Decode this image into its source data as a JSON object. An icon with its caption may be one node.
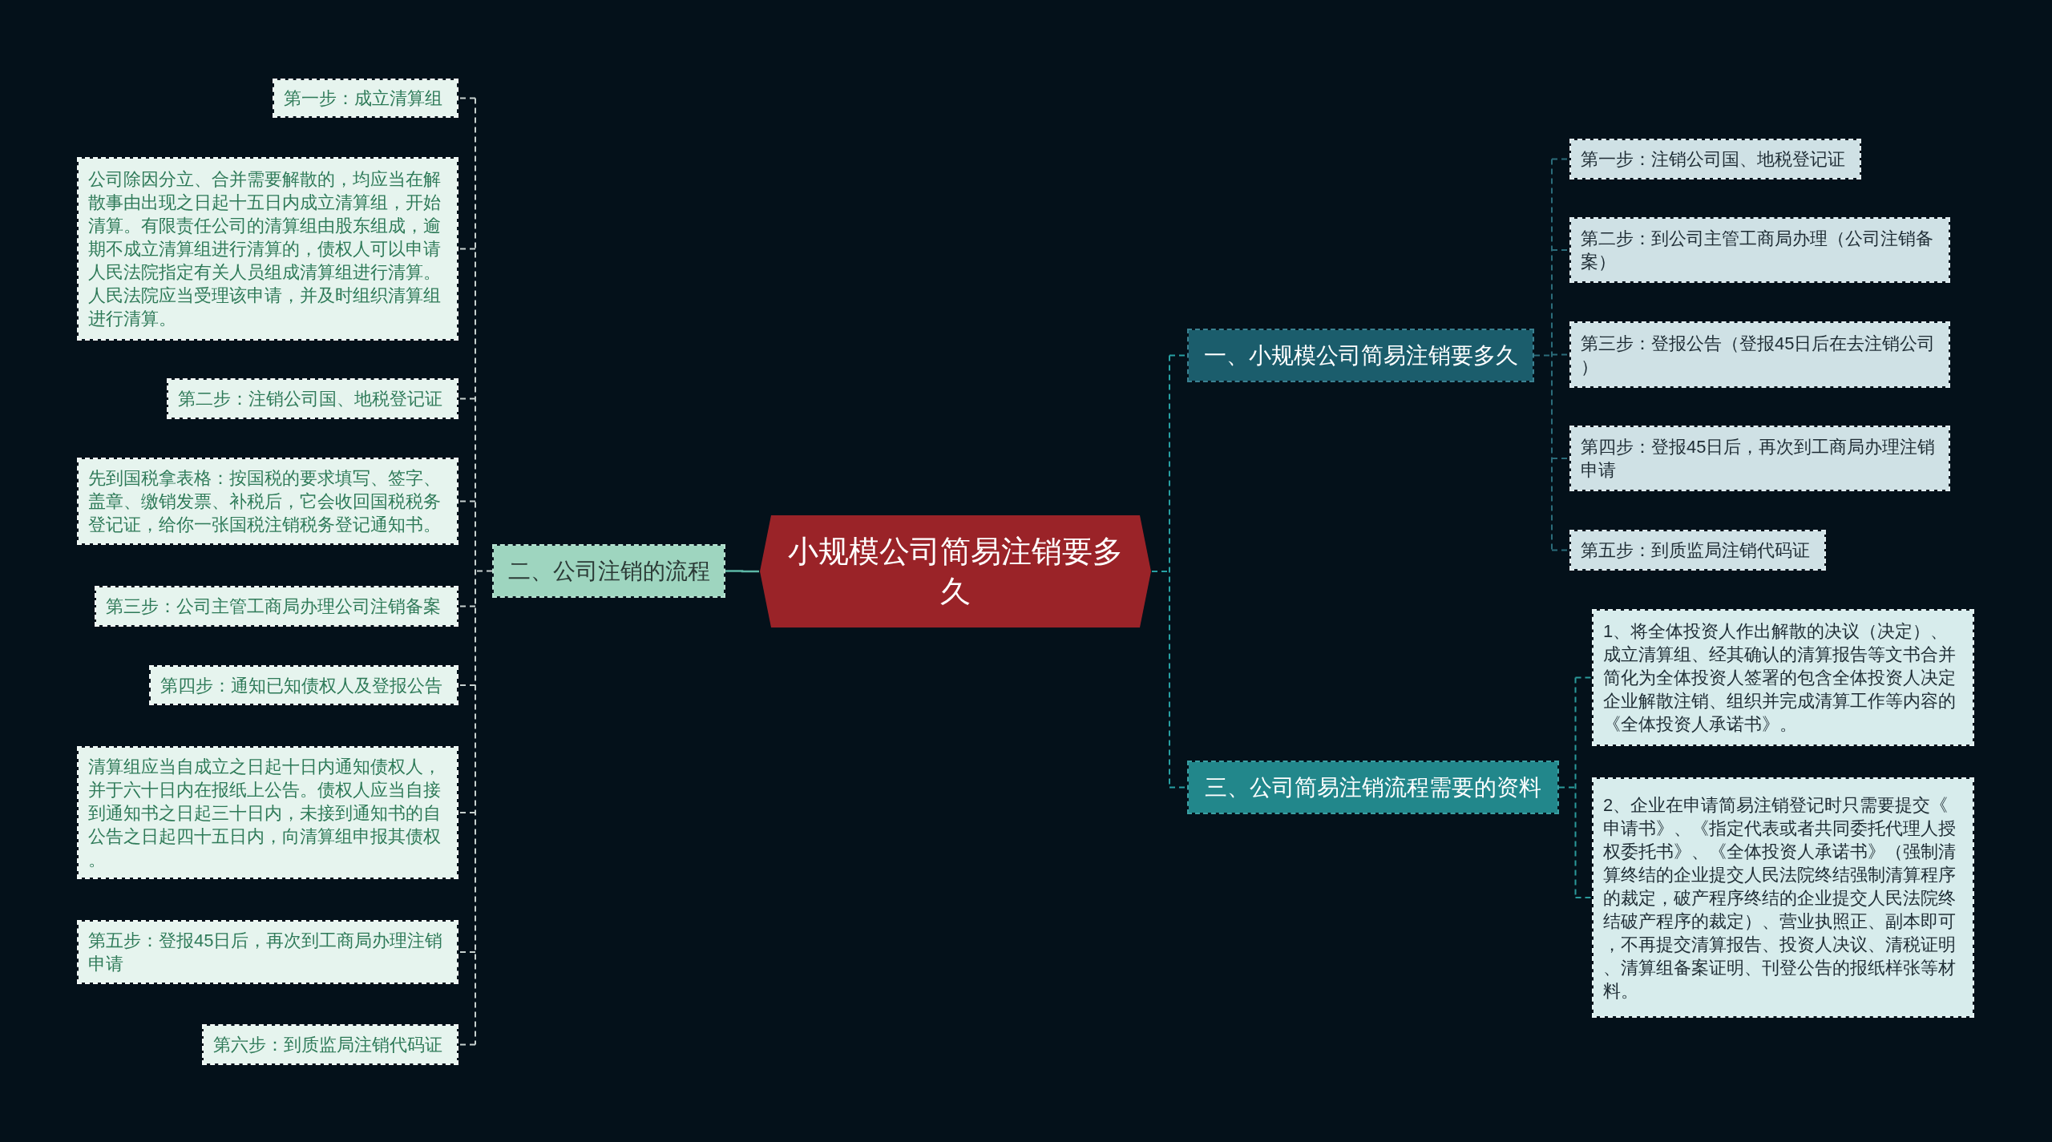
{
  "diagram": {
    "nodes": [
      {
        "text": [
          "小规模公司简易注销要多久"
        ]
      },
      {
        "text": [
          "二、公司注销的流程"
        ]
      },
      {
        "text": [
          "第一步：成立清算组"
        ]
      },
      {
        "text": [
          "公司除因分立、合并需要解散的，均应当在解散事由出现之日起十五日内成立清算组，开始清算。有限责任公司的清算组由股东组成，逾期不成立清算组进行清算的，债权人可以申请人民法院指定有关人员组成清算组进行清算。人民法院应当受理该申请，并及时组织清算组进行清算。"
        ]
      },
      {
        "text": [
          "第二步：注销公司国、地税登记证"
        ]
      },
      {
        "text": [
          "先到国税拿表格：按国税的要求填写、签字、盖章、缴销发票、补税后，它会收回国税税务登记证，给你一张国税注销税务登记通知书。"
        ]
      },
      {
        "text": [
          "第三步：公司主管工商局办理公司注销备案"
        ]
      },
      {
        "text": [
          "第四步：通知已知债权人及登报公告"
        ]
      },
      {
        "text": [
          "清算组应当自成立之日起十日内通知债权人，并于六十日内在报纸上公告。债权人应当自接到通知书之日起三十日内，未接到通知书的自公告之日起四十五日内，向清算组申报其债权。"
        ]
      },
      {
        "text": [
          "第五步：登报45日后，再次到工商局办理注销申请"
        ]
      },
      {
        "text": [
          "第六步：到质监局注销代码证"
        ]
      },
      {
        "text": [
          "一、小规模公司简易注销要多久"
        ]
      },
      {
        "text": [
          "第一步：注销公司国、地税登记证"
        ]
      },
      {
        "text": [
          "第二步：到公司主管工商局办理（公司注销备案）"
        ]
      },
      {
        "text": [
          "第三步：登报公告（登报45日后在去注销公司）"
        ]
      },
      {
        "text": [
          "第四步：登报45日后，再次到工商局办理注销申请"
        ]
      },
      {
        "text": [
          "第五步：到质监局注销代码证"
        ]
      },
      {
        "text": [
          "三、公司简易注销流程需要的资料"
        ]
      },
      {
        "text": [
          "1、将全体投资人作出解散的决议（决定）、成立清算组、经其确认的清算报告等文书合并简化为全体投资人签署的包含全体投资人决定企业解散注销、组织并完成清算工作等内容的《全体投资人承诺书》。"
        ]
      },
      {
        "text": [
          "2、企业在申请简易注销登记时只需要提交《申请书》、《指定代表或者共同委托代理人授权委托书》、《全体投资人承诺书》（强制清算终结的企业提交人民法院终结强制清算程序的裁定，破产程序终结的企业提交人民法院终结破产程序的裁定）、营业执照正、副本即可，不再提交清算报告、投资人决议、清税证明、清算组备案证明、刊登公告的报纸样张等材料。"
        ]
      }
    ],
    "edges": [
      {
        "from": 0,
        "to": 1,
        "arrow": "none",
        "color": "#5cb8a6"
      },
      {
        "from": 0,
        "to": 11,
        "arrow": "none",
        "style": "dashed",
        "color": "#27a0a3"
      },
      {
        "from": 0,
        "to": 17,
        "arrow": "none",
        "style": "dashed",
        "color": "#27a0a3"
      },
      {
        "from": 1,
        "to": 2,
        "arrow": "none",
        "style": "dashed"
      },
      {
        "from": 1,
        "to": 3,
        "arrow": "none",
        "style": "dashed"
      },
      {
        "from": 1,
        "to": 4,
        "arrow": "none",
        "style": "dashed"
      },
      {
        "from": 1,
        "to": 5,
        "arrow": "none",
        "style": "dashed"
      },
      {
        "from": 1,
        "to": 6,
        "arrow": "none",
        "style": "dashed"
      },
      {
        "from": 1,
        "to": 7,
        "arrow": "none",
        "style": "dashed"
      },
      {
        "from": 1,
        "to": 8,
        "arrow": "none",
        "style": "dashed"
      },
      {
        "from": 1,
        "to": 9,
        "arrow": "none",
        "style": "dashed"
      },
      {
        "from": 1,
        "to": 10,
        "arrow": "none",
        "style": "dashed"
      },
      {
        "from": 11,
        "to": 12,
        "arrow": "none",
        "style": "dashed",
        "color": "#2b6c7a"
      },
      {
        "from": 11,
        "to": 13,
        "arrow": "none",
        "style": "dashed",
        "color": "#2b6c7a"
      },
      {
        "from": 11,
        "to": 14,
        "arrow": "none",
        "style": "dashed",
        "color": "#2b6c7a"
      },
      {
        "from": 11,
        "to": 15,
        "arrow": "none",
        "style": "dashed",
        "color": "#2b6c7a"
      },
      {
        "from": 11,
        "to": 16,
        "arrow": "none",
        "style": "dashed",
        "color": "#2b6c7a"
      },
      {
        "from": 17,
        "to": 18,
        "arrow": "none",
        "style": "dashed",
        "color": "#2a9a9a"
      },
      {
        "from": 17,
        "to": 19,
        "arrow": "none",
        "style": "dashed",
        "color": "#2a9a9a"
      }
    ]
  }
}
